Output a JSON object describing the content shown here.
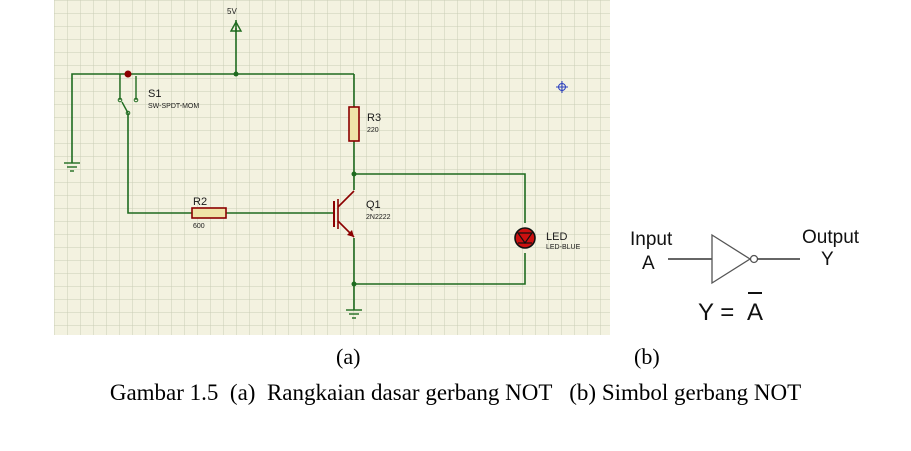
{
  "circuit": {
    "supply_label": "5V",
    "switch_name": "S1",
    "switch_type": "SW-SPDT-MOM",
    "r2_name": "R2",
    "r2_value": "600",
    "r3_name": "R3",
    "r3_value": "220",
    "q1_name": "Q1",
    "q1_type": "2N2222",
    "led_name": "LED",
    "led_type": "LED-BLUE",
    "colors": {
      "grid_bg": "#f3f2e0",
      "grid_line": "#c9cdb6",
      "wire": "#1f6b1f",
      "component": "#8b0000"
    }
  },
  "inverter": {
    "input_label": "Input",
    "input_var": "A",
    "output_label": "Output",
    "output_var": "Y",
    "equation_lhs": "Y = ",
    "equation_var": "A"
  },
  "sublabel_a": "(a)",
  "sublabel_b": "(b)",
  "caption": "Gambar 1.5  (a)  Rangkaian dasar gerbang NOT   (b) Simbol gerbang NOT"
}
